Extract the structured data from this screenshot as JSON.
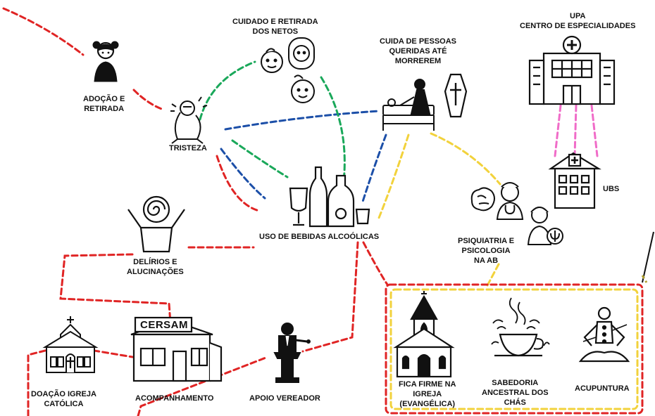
{
  "colors": {
    "red": "#e02424",
    "green": "#1aa85a",
    "blue": "#1c4fa8",
    "yellow": "#f2d23c",
    "pink": "#f06cc8",
    "ink": "#111111"
  },
  "nodes": {
    "adocao": {
      "line1": "ADOÇÃO E",
      "line2": "RETIRADA",
      "icon": "child-icon"
    },
    "netos": {
      "line1": "CUIDADO E RETIRADA",
      "line2": "DOS NETOS",
      "icon": "babies-icon"
    },
    "cuida": {
      "line1": "CUIDA DE PESSOAS",
      "line2": "QUERIDAS ATÉ",
      "line3": "MORREREM",
      "icon": "caregiver-coffin-icon"
    },
    "upa": {
      "line1": "UPA",
      "line2": "CENTRO DE ESPECIALIDADES",
      "icon": "hospital-icon"
    },
    "tristeza": {
      "line1": "TRISTEZA",
      "icon": "sad-person-icon"
    },
    "ubs": {
      "line1": "UBS",
      "icon": "clinic-icon"
    },
    "bebidas": {
      "line1": "USO DE BEBIDAS ALCOÓLICAS",
      "icon": "bottles-icon"
    },
    "psiquiatria": {
      "line1": "PSIQUIATRIA E",
      "line2": "PSICOLOGIA",
      "line3": "NA AB",
      "icon": "psychologist-icon"
    },
    "delirios": {
      "line1": "DELÍRIOS E",
      "line2": "ALUCINAÇÕES",
      "icon": "dizzy-person-icon"
    },
    "doacao": {
      "line1": "DOAÇÃO IGREJA",
      "line2": "CATÓLICA",
      "icon": "church-icon"
    },
    "cersam": {
      "line1": "ACOMPANHAMENTO",
      "sign": "CERSAM",
      "icon": "cersam-building-icon"
    },
    "vereador": {
      "line1": "APOIO VEREADOR",
      "icon": "speaker-podium-icon"
    },
    "igreja": {
      "line1": "FICA FIRME NA",
      "line2": "IGREJA",
      "line3": "(EVANGÉLICA)",
      "icon": "steeple-church-icon"
    },
    "chas": {
      "line1": "SABEDORIA",
      "line2": "ANCESTRAL DOS",
      "line3": "CHÁS",
      "icon": "tea-cup-icon"
    },
    "acupuntura": {
      "line1": "ACUPUNTURA",
      "icon": "meditation-icon"
    }
  }
}
